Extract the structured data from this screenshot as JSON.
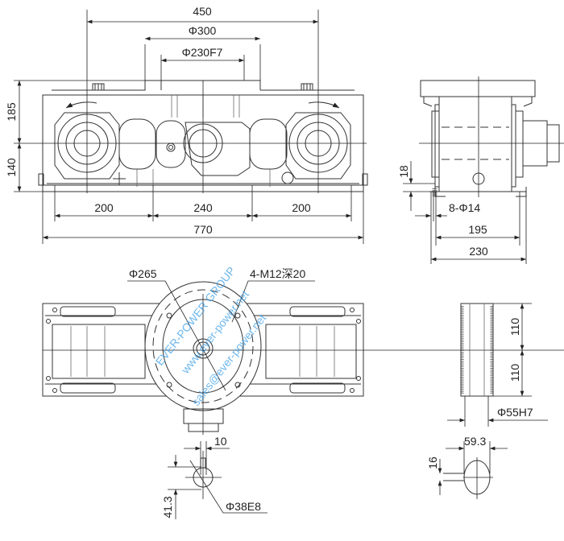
{
  "front_view": {
    "dim_overall_top": "450",
    "dim_flange_outer": "Φ300",
    "dim_flange_pilot": "Φ230F7",
    "dim_height_upper": "185",
    "dim_height_lower": "140",
    "dim_spacing_left": "200",
    "dim_spacing_middle": "240",
    "dim_spacing_right": "200",
    "dim_overall_length": "770"
  },
  "side_view": {
    "dim_base_thickness": "18",
    "dim_mount_holes": "8-Φ14",
    "dim_hole_span": "195",
    "dim_overall_width": "230"
  },
  "top_view": {
    "dim_flange_bolt_circle": "Φ265",
    "dim_tapped_holes": "4-M12深20",
    "dim_half_upper": "110",
    "dim_half_lower": "110",
    "dim_bore": "Φ55H7"
  },
  "input_key_detail": {
    "dim_key_width": "10",
    "dim_key_depth": "41.3",
    "dim_shaft": "Φ38E8"
  },
  "output_key_detail": {
    "dim_key_depth": "59.3",
    "dim_key_width": "16"
  },
  "watermark": {
    "company": "EVER-POWER GROUP",
    "website": "www.ever-power.net",
    "email": "sales@ever-power.net",
    "color": "#3ea0e8"
  }
}
